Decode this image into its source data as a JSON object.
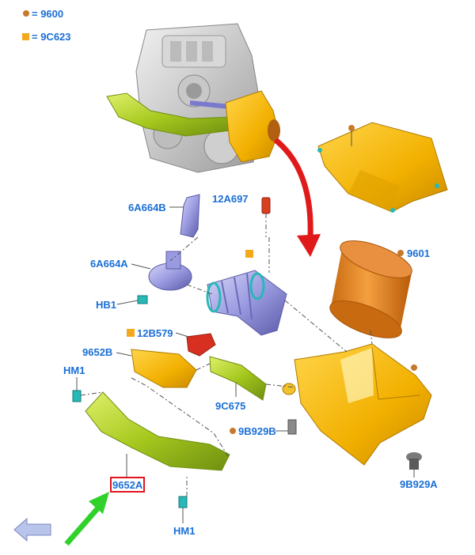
{
  "legend": [
    {
      "marker": "circle",
      "color": "#c8782a",
      "text": "= 9600"
    },
    {
      "marker": "square",
      "color": "#f4a81d",
      "text": "= 9C623"
    }
  ],
  "callouts": {
    "c_6a664b": "6A664B",
    "c_12a697": "12A697",
    "c_6a664a": "6A664A",
    "c_hb1": "HB1",
    "c_12b579": "12B579",
    "c_9652b": "9652B",
    "c_hm1_top": "HM1",
    "c_9c675": "9C675",
    "c_9b929b": "9B929B",
    "c_9601": "9601",
    "c_9b929a": "9B929A",
    "c_9652a": "9652A",
    "c_hm1_bottom": "HM1"
  },
  "highlighted_callout": "9652A",
  "colors": {
    "label": "#1a6fd6",
    "highlight_box": "#e0141e",
    "indicator_arrow": "#2fd12a",
    "transfer_arrow": "#e01a1a",
    "housing": "#f2b400",
    "duct": "#a6c81e",
    "hose": "#8f8fd8",
    "filter": "#e08a1a",
    "sensor": "#e0141e"
  },
  "icons": [
    "engine-icon",
    "direction-arrow-icon"
  ]
}
